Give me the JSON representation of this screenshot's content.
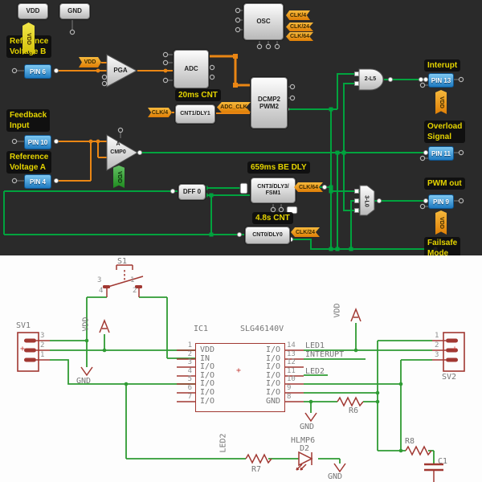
{
  "colors": {
    "designer_bg": "#2a2a2a",
    "designer_wire_green": "#00a33e",
    "designer_wire_orange": "#ea8614",
    "pin_blue": "#2e8fd6",
    "tag_orange": "#efa01e",
    "tag_yellow": "#e6d62a",
    "tag_green": "#3f9f3f",
    "note_yellow": "#e5d400",
    "schematic_red": "#a13832",
    "schematic_green": "#2f9b33",
    "schematic_text": "#757575"
  },
  "designer": {
    "blocks": {
      "vdd": "VDD",
      "gnd": "GND",
      "osc": "OSC",
      "adc": "ADC",
      "cnt1": "CNT1/DLY1",
      "dcmp1": "DCMP2",
      "dcmp2": "PWM2",
      "dff": "DFF 0",
      "cnt3a": "CNT3/DLY3/",
      "cnt3b": "FSM1",
      "cnt0": "CNT0/DLY0",
      "pga": "PGA",
      "cmp_a": "A",
      "cmp": "CMP0",
      "lut2": "2-L5",
      "lut3": "3-L0"
    },
    "pins": {
      "p6": "PIN 6",
      "p10": "PIN 10",
      "p4": "PIN 4",
      "p13": "PIN 13",
      "p11": "PIN 11",
      "p9": "PIN 9"
    },
    "tags": {
      "vdd": "VDD",
      "clk4": "CLK/4",
      "clk24": "CLK/24",
      "clk64": "CLK/64",
      "adc_clk": "ADC_CLK"
    },
    "notes": {
      "ref_b1": "Reference",
      "ref_b2": "Voltage B",
      "fb1": "Feedback",
      "fb2": "Input",
      "ref_a1": "Reference",
      "ref_a2": "Voltage A",
      "cnt20": "20ms CNT",
      "dly659": "659ms BE DLY",
      "cnt48": "4.8s CNT",
      "interrupt": "Interupt",
      "ov1": "Overload",
      "ov2": "Signal",
      "pwm": "PWM out",
      "fs1": "Failsafe",
      "fs2": "Mode"
    }
  },
  "schematic": {
    "refs": {
      "s1": "S1",
      "sv1": "SV1",
      "sv2": "SV2",
      "ic": "IC1",
      "ic_value": "SLG46140V",
      "r6": "R6",
      "r7": "R7",
      "r8": "R8",
      "c1": "C1",
      "d2": "D2",
      "d2_value": "HLMP6",
      "led2": "LED2"
    },
    "plus": "+",
    "s1_pins": {
      "p3": "3",
      "p4": "4",
      "p1": "1",
      "p2": "2"
    },
    "sv1_pins": [
      "3",
      "2",
      "1"
    ],
    "sv2_pins": [
      "1",
      "2",
      "3"
    ],
    "ic_left": [
      {
        "num": "1",
        "label": "VDD"
      },
      {
        "num": "2",
        "label": "IN"
      },
      {
        "num": "3",
        "label": "I/O"
      },
      {
        "num": "4",
        "label": "I/O"
      },
      {
        "num": "5",
        "label": "I/O"
      },
      {
        "num": "6",
        "label": "I/O"
      },
      {
        "num": "7",
        "label": "I/O"
      }
    ],
    "ic_right": [
      {
        "num": "14",
        "label": "I/O",
        "net": "LED1"
      },
      {
        "num": "13",
        "label": "I/O",
        "net": "INTERUPT"
      },
      {
        "num": "12",
        "label": "I/O",
        "net": ""
      },
      {
        "num": "11",
        "label": "I/O",
        "net": "LED2"
      },
      {
        "num": "10",
        "label": "I/O",
        "net": ""
      },
      {
        "num": "9",
        "label": "I/O",
        "net": ""
      },
      {
        "num": "8",
        "label": "GND",
        "net": ""
      }
    ],
    "power": {
      "vdd": "VDD",
      "gnd": "GND"
    }
  }
}
